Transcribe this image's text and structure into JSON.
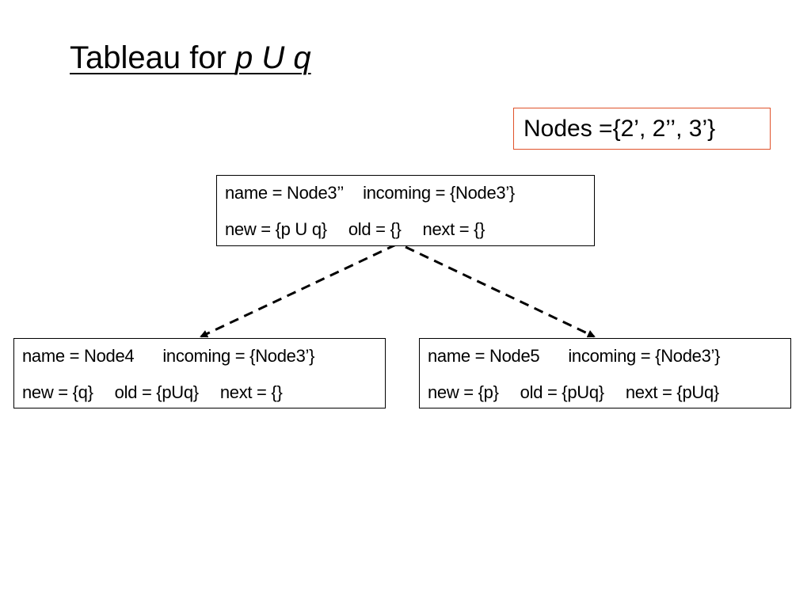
{
  "title": {
    "prefix": "Tableau for ",
    "formula": "p U q"
  },
  "nodes_set": "Nodes ={2’, 2’’, 3’}",
  "tree": {
    "root": {
      "name": "name = Node3’’",
      "incoming": "incoming = {Node3’}",
      "new": "new = {p U q}",
      "old": "old = {}",
      "next": "next = {}"
    },
    "left": {
      "name": "name = Node4",
      "incoming": "incoming = {Node3’}",
      "new": "new = {q}",
      "old": "old = {pUq}",
      "next": "next = {}"
    },
    "right": {
      "name": "name = Node5",
      "incoming": "incoming = {Node3’}",
      "new": "new = {p}",
      "old": "old = {pUq}",
      "next": "next = {pUq}"
    },
    "edges": [
      {
        "from": "root",
        "to": "left",
        "style": "dashed"
      },
      {
        "from": "root",
        "to": "right",
        "style": "dashed"
      }
    ]
  }
}
